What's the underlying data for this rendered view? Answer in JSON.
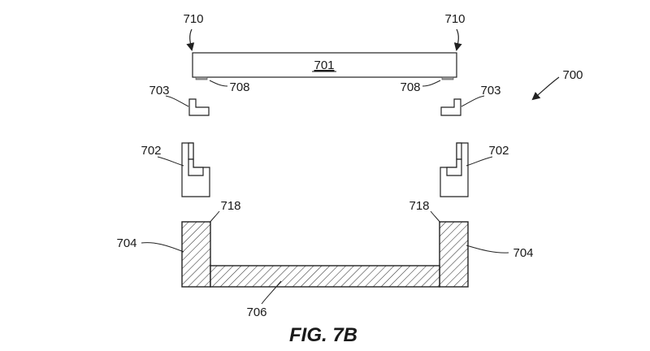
{
  "figure": {
    "caption": "FIG. 7B",
    "ref_assembly": "700",
    "ref_panel": "701",
    "ref_bracket": "702",
    "ref_clip": "703",
    "ref_sidewall": "704",
    "ref_base": "706",
    "ref_pad": "708",
    "ref_edge": "710",
    "ref_top_surface": "718"
  }
}
